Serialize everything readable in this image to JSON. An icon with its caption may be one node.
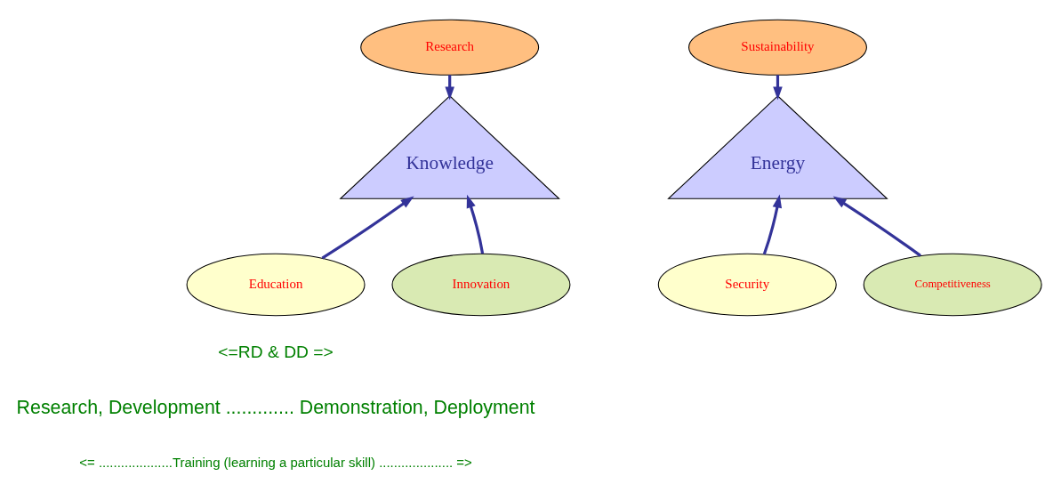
{
  "diagram": {
    "nodes": [
      {
        "text": [
          "Research"
        ]
      },
      {
        "text": [
          "Knowledge"
        ]
      },
      {
        "text": [
          "Education"
        ]
      },
      {
        "text": [
          "Innovation"
        ]
      },
      {
        "text": [
          "Sustainability"
        ]
      },
      {
        "text": [
          "Energy"
        ]
      },
      {
        "text": [
          "Security"
        ]
      },
      {
        "text": [
          "Competitiveness"
        ]
      }
    ],
    "edges": [
      {
        "from": 0,
        "to": 1,
        "arrow": "to"
      },
      {
        "from": 2,
        "to": 1,
        "arrow": "to"
      },
      {
        "from": 3,
        "to": 1,
        "arrow": "to"
      },
      {
        "from": 4,
        "to": 5,
        "arrow": "to"
      },
      {
        "from": 6,
        "to": 5,
        "arrow": "to"
      },
      {
        "from": 7,
        "to": 5,
        "arrow": "to"
      }
    ],
    "labels": [
      "<=RD & DD =>",
      "Research, Development ............. Demonstration, Deployment",
      "<= ....................Training (learning a particular skill) .................... =>"
    ]
  }
}
